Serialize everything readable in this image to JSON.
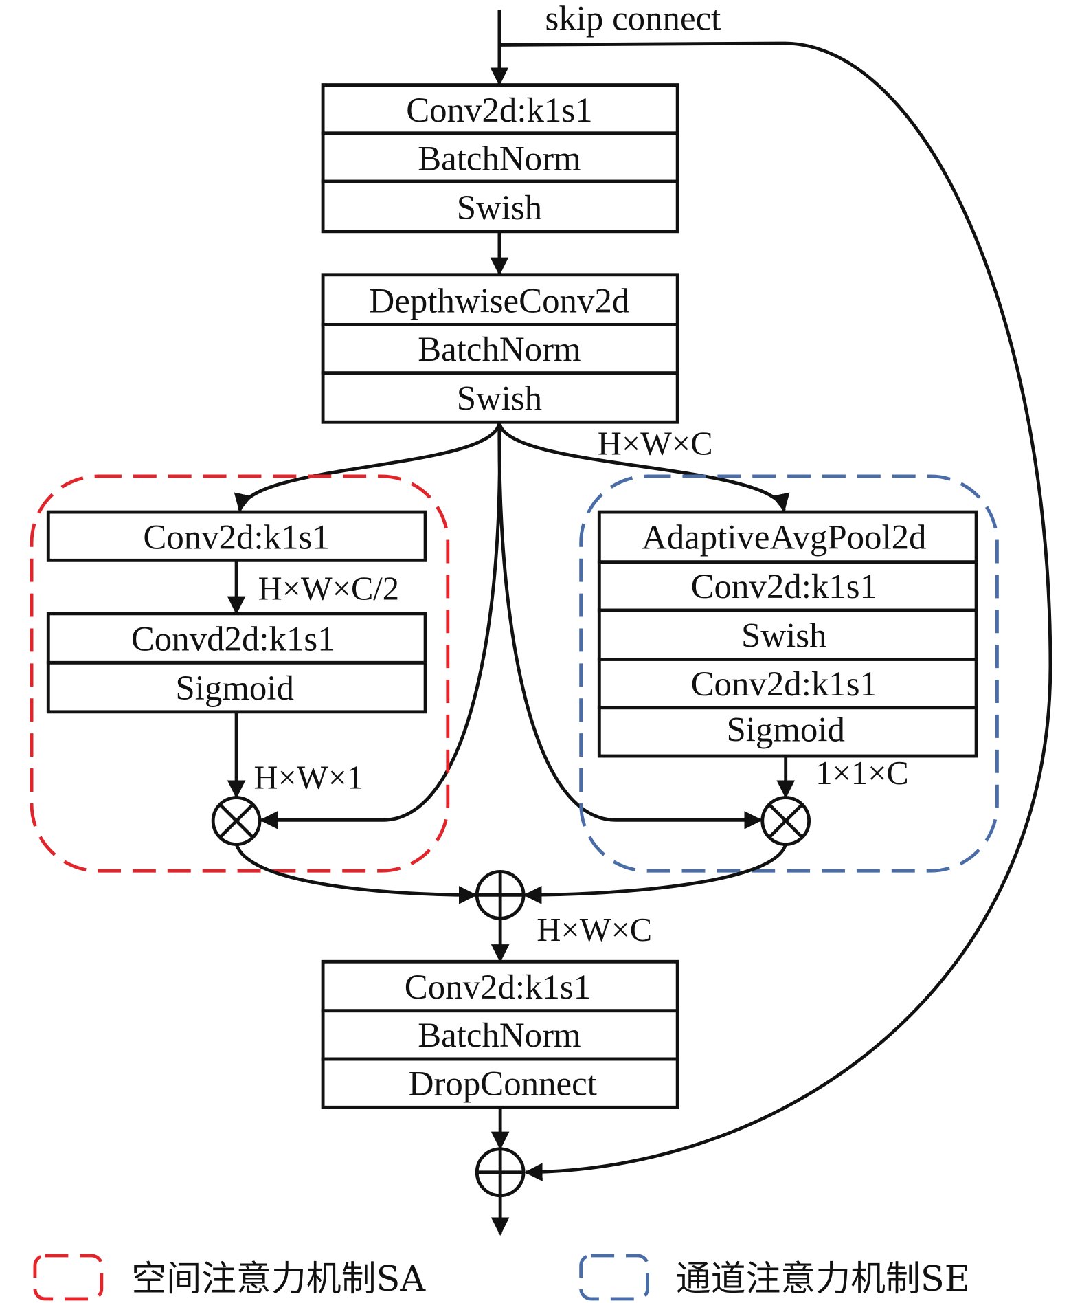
{
  "skip_label": "skip connect",
  "block1": {
    "rows": [
      "Conv2d:k1s1",
      "BatchNorm",
      "Swish"
    ]
  },
  "block2": {
    "rows": [
      "DepthwiseConv2d",
      "BatchNorm",
      "Swish"
    ]
  },
  "dims": {
    "after_depthwise": "H×W×C",
    "after_sum": "H×W×C"
  },
  "spatial_branch": {
    "box1": "Conv2d:k1s1",
    "dim1": "H×W×C/2",
    "box2_rows": [
      "Convd2d:k1s1",
      "Sigmoid"
    ],
    "dim2": "H×W×1"
  },
  "channel_branch": {
    "rows": [
      "AdaptiveAvgPool2d",
      "Conv2d:k1s1",
      "Swish",
      "Conv2d:k1s1",
      "Sigmoid"
    ],
    "dim": "1×1×C"
  },
  "block3": {
    "rows": [
      "Conv2d:k1s1",
      "BatchNorm",
      "DropConnect"
    ]
  },
  "colors": {
    "spatial": "#e1252b",
    "channel": "#4a6da8"
  },
  "legend": [
    {
      "label": "空间注意力机制SA"
    },
    {
      "label": "通道注意力机制SE"
    }
  ]
}
